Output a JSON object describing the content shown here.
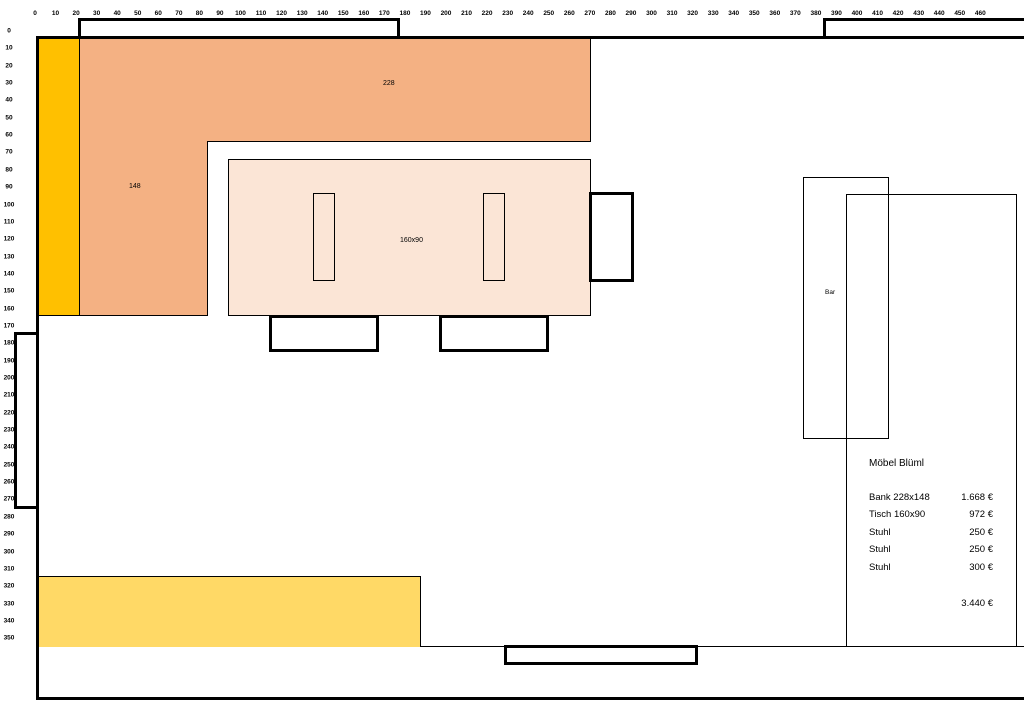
{
  "ruler_top": [
    "0",
    "10",
    "20",
    "30",
    "40",
    "50",
    "60",
    "70",
    "80",
    "90",
    "100",
    "110",
    "120",
    "130",
    "140",
    "150",
    "160",
    "170",
    "180",
    "190",
    "200",
    "210",
    "220",
    "230",
    "240",
    "250",
    "260",
    "270",
    "280",
    "290",
    "300",
    "310",
    "320",
    "330",
    "340",
    "350",
    "360",
    "370",
    "380",
    "390",
    "400",
    "410",
    "420",
    "430",
    "440",
    "450",
    "460"
  ],
  "ruler_left": [
    "0",
    "10",
    "20",
    "30",
    "40",
    "50",
    "60",
    "70",
    "80",
    "90",
    "100",
    "110",
    "120",
    "130",
    "140",
    "150",
    "160",
    "170",
    "180",
    "190",
    "200",
    "210",
    "220",
    "230",
    "240",
    "250",
    "260",
    "270",
    "280",
    "290",
    "300",
    "310",
    "320",
    "330",
    "340",
    "350"
  ],
  "labels": {
    "bench_length": "228",
    "bench_depth": "148",
    "table_size": "160x90",
    "bar": "Bar"
  },
  "colors": {
    "accent_yellow": "#FFC000",
    "bench_orange": "#F4B183",
    "table_peach": "#FBE5D6",
    "sideboard_yellow": "#FFD966"
  },
  "price_list": {
    "title": "Möbel Blüml",
    "items": [
      {
        "name": "Bank 228x148",
        "price": "1.668 €"
      },
      {
        "name": "Tisch 160x90",
        "price": "972 €"
      },
      {
        "name": "Stuhl",
        "price": "250 €"
      },
      {
        "name": "Stuhl",
        "price": "250 €"
      },
      {
        "name": "Stuhl",
        "price": "300 €"
      }
    ],
    "total": "3.440 €"
  }
}
